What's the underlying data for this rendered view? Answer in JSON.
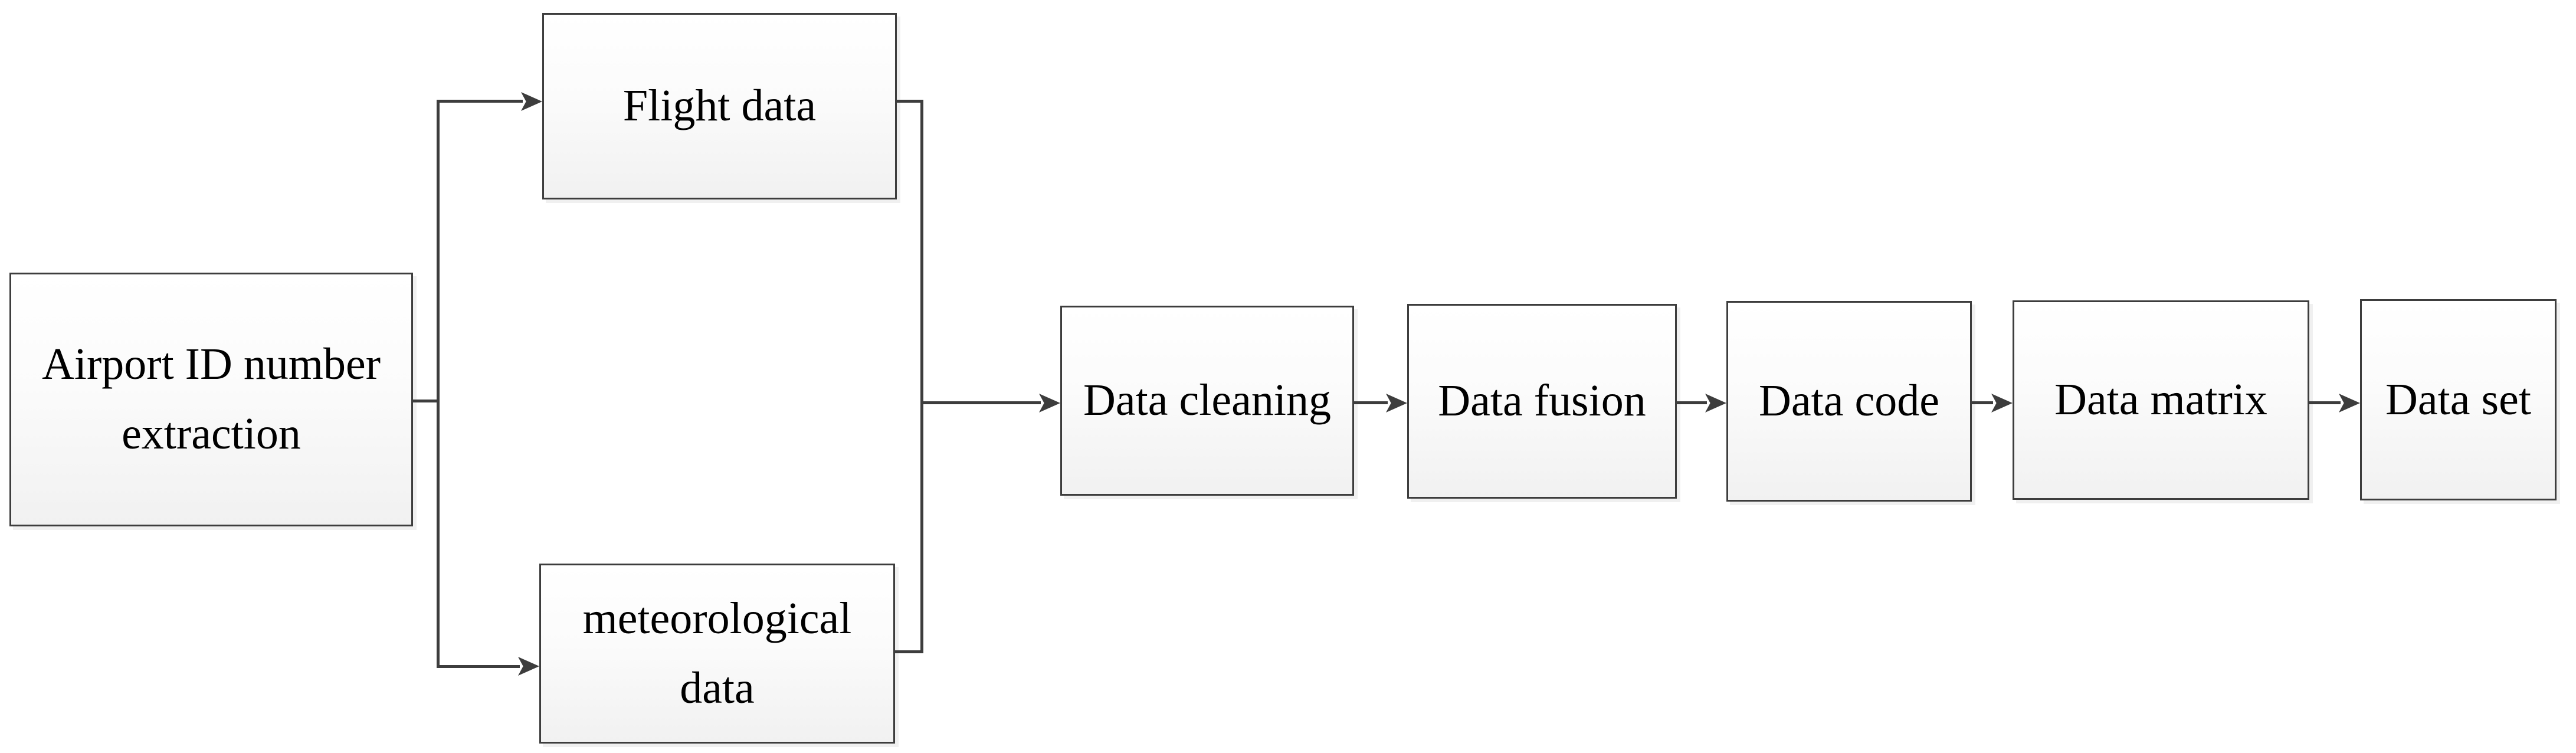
{
  "diagram": {
    "type": "flowchart",
    "background": "#ffffff",
    "colors": {
      "box_border": "#3d3d3d",
      "connector_line": "#3d3d3d",
      "box_fill_top": "#ffffff",
      "box_fill_bottom": "#f1f1f1",
      "text": "#000000"
    },
    "nodes": [
      {
        "id": "airport",
        "label": "Airport ID number extraction"
      },
      {
        "id": "flight",
        "label": "Flight data"
      },
      {
        "id": "meteorological",
        "label": "meteorological data"
      },
      {
        "id": "cleaning",
        "label": "Data cleaning"
      },
      {
        "id": "fusion",
        "label": "Data fusion"
      },
      {
        "id": "code",
        "label": "Data code"
      },
      {
        "id": "matrix",
        "label": "Data matrix"
      },
      {
        "id": "set",
        "label": "Data set"
      }
    ],
    "edges": [
      {
        "from": "airport",
        "to": "flight",
        "arrow": true
      },
      {
        "from": "airport",
        "to": "meteorological",
        "arrow": true
      },
      {
        "from": "flight",
        "to": "cleaning",
        "arrow": true
      },
      {
        "from": "meteorological",
        "to": "cleaning",
        "arrow": true
      },
      {
        "from": "cleaning",
        "to": "fusion",
        "arrow": true
      },
      {
        "from": "fusion",
        "to": "code",
        "arrow": true
      },
      {
        "from": "code",
        "to": "matrix",
        "arrow": true
      },
      {
        "from": "matrix",
        "to": "set",
        "arrow": true
      }
    ]
  }
}
